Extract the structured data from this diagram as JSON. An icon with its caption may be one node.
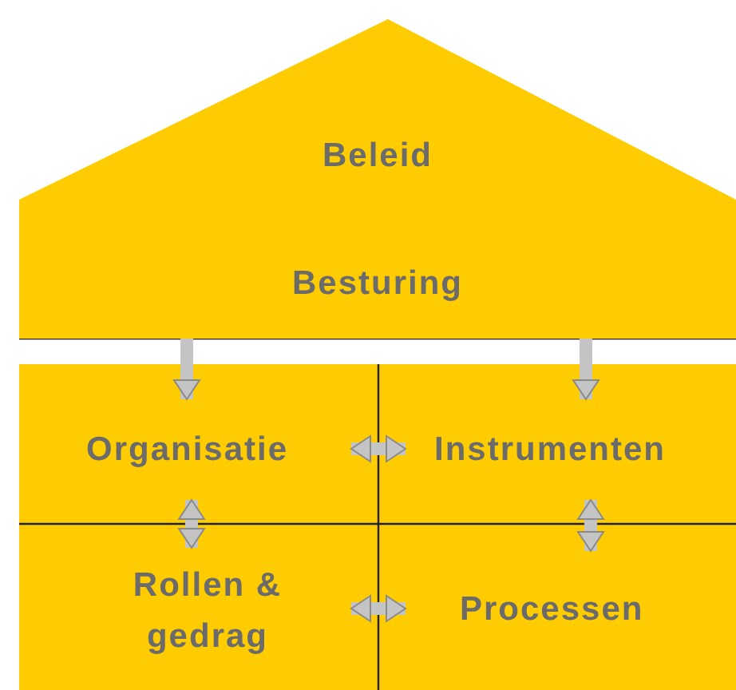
{
  "diagram": {
    "nodes": [
      {
        "text": [
          "Beleid",
          "Besturing"
        ]
      },
      {
        "text": [
          "Organisatie"
        ]
      },
      {
        "text": [
          "Instrumenten"
        ]
      },
      {
        "text": [
          "Rollen & gedrag"
        ]
      },
      {
        "text": [
          "Processen"
        ]
      }
    ],
    "edges": [
      {
        "from": 0,
        "to": 1,
        "arrow": "to"
      },
      {
        "from": 0,
        "to": 2,
        "arrow": "to"
      },
      {
        "from": 1,
        "to": 2,
        "arrow": "both"
      },
      {
        "from": 1,
        "to": 3,
        "arrow": "both"
      },
      {
        "from": 2,
        "to": 4,
        "arrow": "both"
      },
      {
        "from": 3,
        "to": 4,
        "arrow": "both"
      }
    ]
  }
}
